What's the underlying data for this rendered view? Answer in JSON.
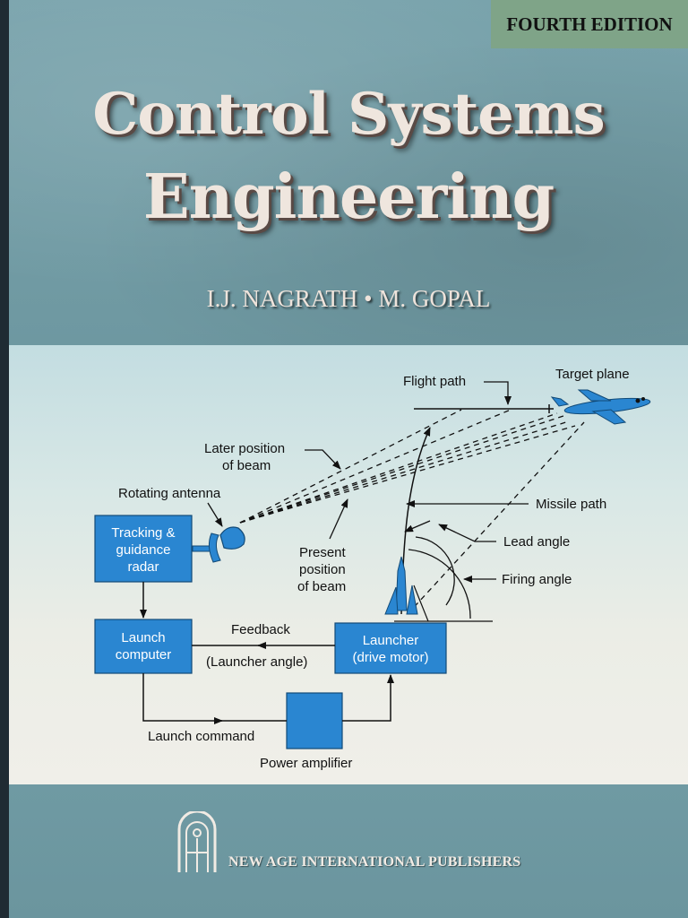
{
  "cover": {
    "edition": "FOURTH EDITION",
    "title_line1": "Control Systems",
    "title_line2": "Engineering",
    "authors": "I.J. NAGRATH • M. GOPAL",
    "publisher": "NEW AGE INTERNATIONAL PUBLISHERS"
  },
  "diagram": {
    "blocks": {
      "tracking_line1": "Tracking &",
      "tracking_line2": "guidance",
      "tracking_line3": "radar",
      "launch_computer_line1": "Launch",
      "launch_computer_line2": "computer",
      "launcher_line1": "Launcher",
      "launcher_line2": "(drive motor)"
    },
    "labels": {
      "flight_path": "Flight path",
      "target_plane": "Target plane",
      "later_beam_line1": "Later position",
      "later_beam_line2": "of beam",
      "rotating_antenna": "Rotating antenna",
      "missile_path": "Missile path",
      "present_beam_line1": "Present",
      "present_beam_line2": "position",
      "present_beam_line3": "of beam",
      "lead_angle": "Lead angle",
      "firing_angle": "Firing angle",
      "feedback_line1": "Feedback",
      "feedback_line2": "(Launcher angle)",
      "launch_command": "Launch command",
      "power_amplifier": "Power amplifier"
    }
  },
  "colors": {
    "block_fill": "#2a86d1",
    "cover_teal": "#6f9aa3",
    "edition_badge": "#7fa488"
  }
}
